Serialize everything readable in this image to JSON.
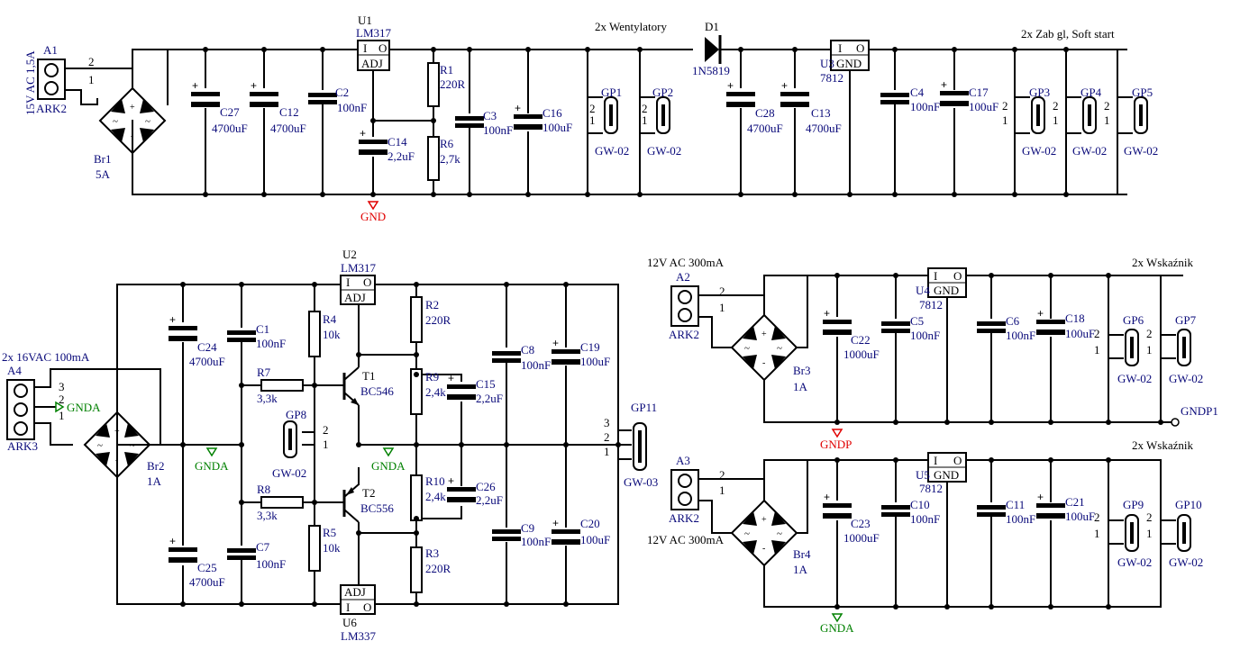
{
  "block1": {
    "a1": {
      "ref": "A1",
      "val": "ARK2",
      "pins": [
        "2",
        "1"
      ],
      "label": "15V AC 1,5A"
    },
    "br1": {
      "ref": "Br1",
      "val": "5A"
    },
    "c27": {
      "ref": "C27",
      "val": "4700uF"
    },
    "c12": {
      "ref": "C12",
      "val": "4700uF"
    },
    "c2": {
      "ref": "C2",
      "val": "100nF"
    },
    "u1": {
      "ref": "U1",
      "val": "LM317",
      "pin_i": "I",
      "pin_o": "O",
      "pin_adj": "ADJ"
    },
    "c14": {
      "ref": "C14",
      "val": "2,2uF"
    },
    "r1": {
      "ref": "R1",
      "val": "220R"
    },
    "r6": {
      "ref": "R6",
      "val": "2,7k"
    },
    "c3": {
      "ref": "C3",
      "val": "100nF"
    },
    "c16": {
      "ref": "C16",
      "val": "100uF"
    },
    "gnd": "GND",
    "fans_title": "2x Wentylatory",
    "gp1": {
      "ref": "GP1",
      "val": "GW-02",
      "pins": [
        "2",
        "1"
      ]
    },
    "gp2": {
      "ref": "GP2",
      "val": "GW-02",
      "pins": [
        "2",
        "1"
      ]
    },
    "d1": {
      "ref": "D1",
      "val": "1N5819"
    },
    "c28": {
      "ref": "C28",
      "val": "4700uF"
    },
    "c13": {
      "ref": "C13",
      "val": "4700uF"
    },
    "u3": {
      "ref": "U3",
      "val": "7812",
      "pin_i": "I",
      "pin_o": "O",
      "pin_gnd": "GND"
    },
    "c4": {
      "ref": "C4",
      "val": "100nF"
    },
    "c17": {
      "ref": "C17",
      "val": "100uF"
    },
    "softstart_title": "2x Zab gl, Soft start",
    "gp3": {
      "ref": "GP3",
      "val": "GW-02",
      "pins": [
        "2",
        "1"
      ]
    },
    "gp4": {
      "ref": "GP4",
      "val": "GW-02",
      "pins": [
        "2",
        "1"
      ]
    },
    "gp5": {
      "ref": "GP5",
      "val": "GW-02",
      "pins": [
        "2",
        "1"
      ]
    }
  },
  "block2": {
    "a4": {
      "ref": "A4",
      "val": "ARK3",
      "pins": [
        "3",
        "2",
        "1"
      ],
      "label": "2x 16VAC 100mA"
    },
    "gnda_in": "GNDA",
    "br2": {
      "ref": "Br2",
      "val": "1A"
    },
    "c24": {
      "ref": "C24",
      "val": "4700uF"
    },
    "c25": {
      "ref": "C25",
      "val": "4700uF"
    },
    "gnda_mid": "GNDA",
    "c1": {
      "ref": "C1",
      "val": "100nF"
    },
    "c7": {
      "ref": "C7",
      "val": "100nF"
    },
    "r7": {
      "ref": "R7",
      "val": "3,3k"
    },
    "r8": {
      "ref": "R8",
      "val": "3,3k"
    },
    "gp8": {
      "ref": "GP8",
      "val": "GW-02",
      "pins": [
        "2",
        "1"
      ]
    },
    "r4": {
      "ref": "R4",
      "val": "10k"
    },
    "r5": {
      "ref": "R5",
      "val": "10k"
    },
    "u2": {
      "ref": "U2",
      "val": "LM317",
      "pin_i": "I",
      "pin_o": "O",
      "pin_adj": "ADJ"
    },
    "u6": {
      "ref": "U6",
      "val": "LM337",
      "pin_i": "I",
      "pin_o": "O",
      "pin_adj": "ADJ"
    },
    "t1": {
      "ref": "T1",
      "val": "BC546"
    },
    "t2": {
      "ref": "T2",
      "val": "BC556"
    },
    "gnda_t": "GNDA",
    "r2": {
      "ref": "R2",
      "val": "220R"
    },
    "r9": {
      "ref": "R9",
      "val": "2,4k"
    },
    "r10": {
      "ref": "R10",
      "val": "2,4k"
    },
    "r3": {
      "ref": "R3",
      "val": "220R"
    },
    "c15": {
      "ref": "C15",
      "val": "2,2uF"
    },
    "c26": {
      "ref": "C26",
      "val": "2,2uF"
    },
    "c8": {
      "ref": "C8",
      "val": "100nF"
    },
    "c9": {
      "ref": "C9",
      "val": "100nF"
    },
    "c19": {
      "ref": "C19",
      "val": "100uF"
    },
    "c20": {
      "ref": "C20",
      "val": "100uF"
    },
    "gp11": {
      "ref": "GP11",
      "val": "GW-03",
      "pins": [
        "3",
        "2",
        "1"
      ]
    }
  },
  "block3": {
    "label": "12V AC 300mA",
    "title": "2x Wskaźnik",
    "a2": {
      "ref": "A2",
      "val": "ARK2",
      "pins": [
        "2",
        "1"
      ]
    },
    "br3": {
      "ref": "Br3",
      "val": "1A"
    },
    "c22": {
      "ref": "C22",
      "val": "1000uF"
    },
    "gndp": "GNDP",
    "c5": {
      "ref": "C5",
      "val": "100nF"
    },
    "u4": {
      "ref": "U4",
      "val": "7812",
      "pin_i": "I",
      "pin_o": "O",
      "pin_gnd": "GND"
    },
    "c6": {
      "ref": "C6",
      "val": "100nF"
    },
    "c18": {
      "ref": "C18",
      "val": "100uF"
    },
    "gp6": {
      "ref": "GP6",
      "val": "GW-02",
      "pins": [
        "2",
        "1"
      ]
    },
    "gp7": {
      "ref": "GP7",
      "val": "GW-02",
      "pins": [
        "2",
        "1"
      ]
    },
    "gndp1": "GNDP1"
  },
  "block4": {
    "label": "12V AC 300mA",
    "title": "2x Wskaźnik",
    "a3": {
      "ref": "A3",
      "val": "ARK2",
      "pins": [
        "2",
        "1"
      ]
    },
    "br4": {
      "ref": "Br4",
      "val": "1A"
    },
    "c23": {
      "ref": "C23",
      "val": "1000uF"
    },
    "gnda": "GNDA",
    "c10": {
      "ref": "C10",
      "val": "100nF"
    },
    "u5": {
      "ref": "U5",
      "val": "7812",
      "pin_i": "I",
      "pin_o": "O",
      "pin_gnd": "GND"
    },
    "c11": {
      "ref": "C11",
      "val": "100nF"
    },
    "c21": {
      "ref": "C21",
      "val": "100uF"
    },
    "gp9": {
      "ref": "GP9",
      "val": "GW-02",
      "pins": [
        "2",
        "1"
      ]
    },
    "gp10": {
      "ref": "GP10",
      "val": "GW-02",
      "pins": [
        "2",
        "1"
      ]
    }
  },
  "colors": {
    "wire": "#000000",
    "label": "#0a0a7a",
    "gnd": "#e00000",
    "gnda": "#008000"
  }
}
